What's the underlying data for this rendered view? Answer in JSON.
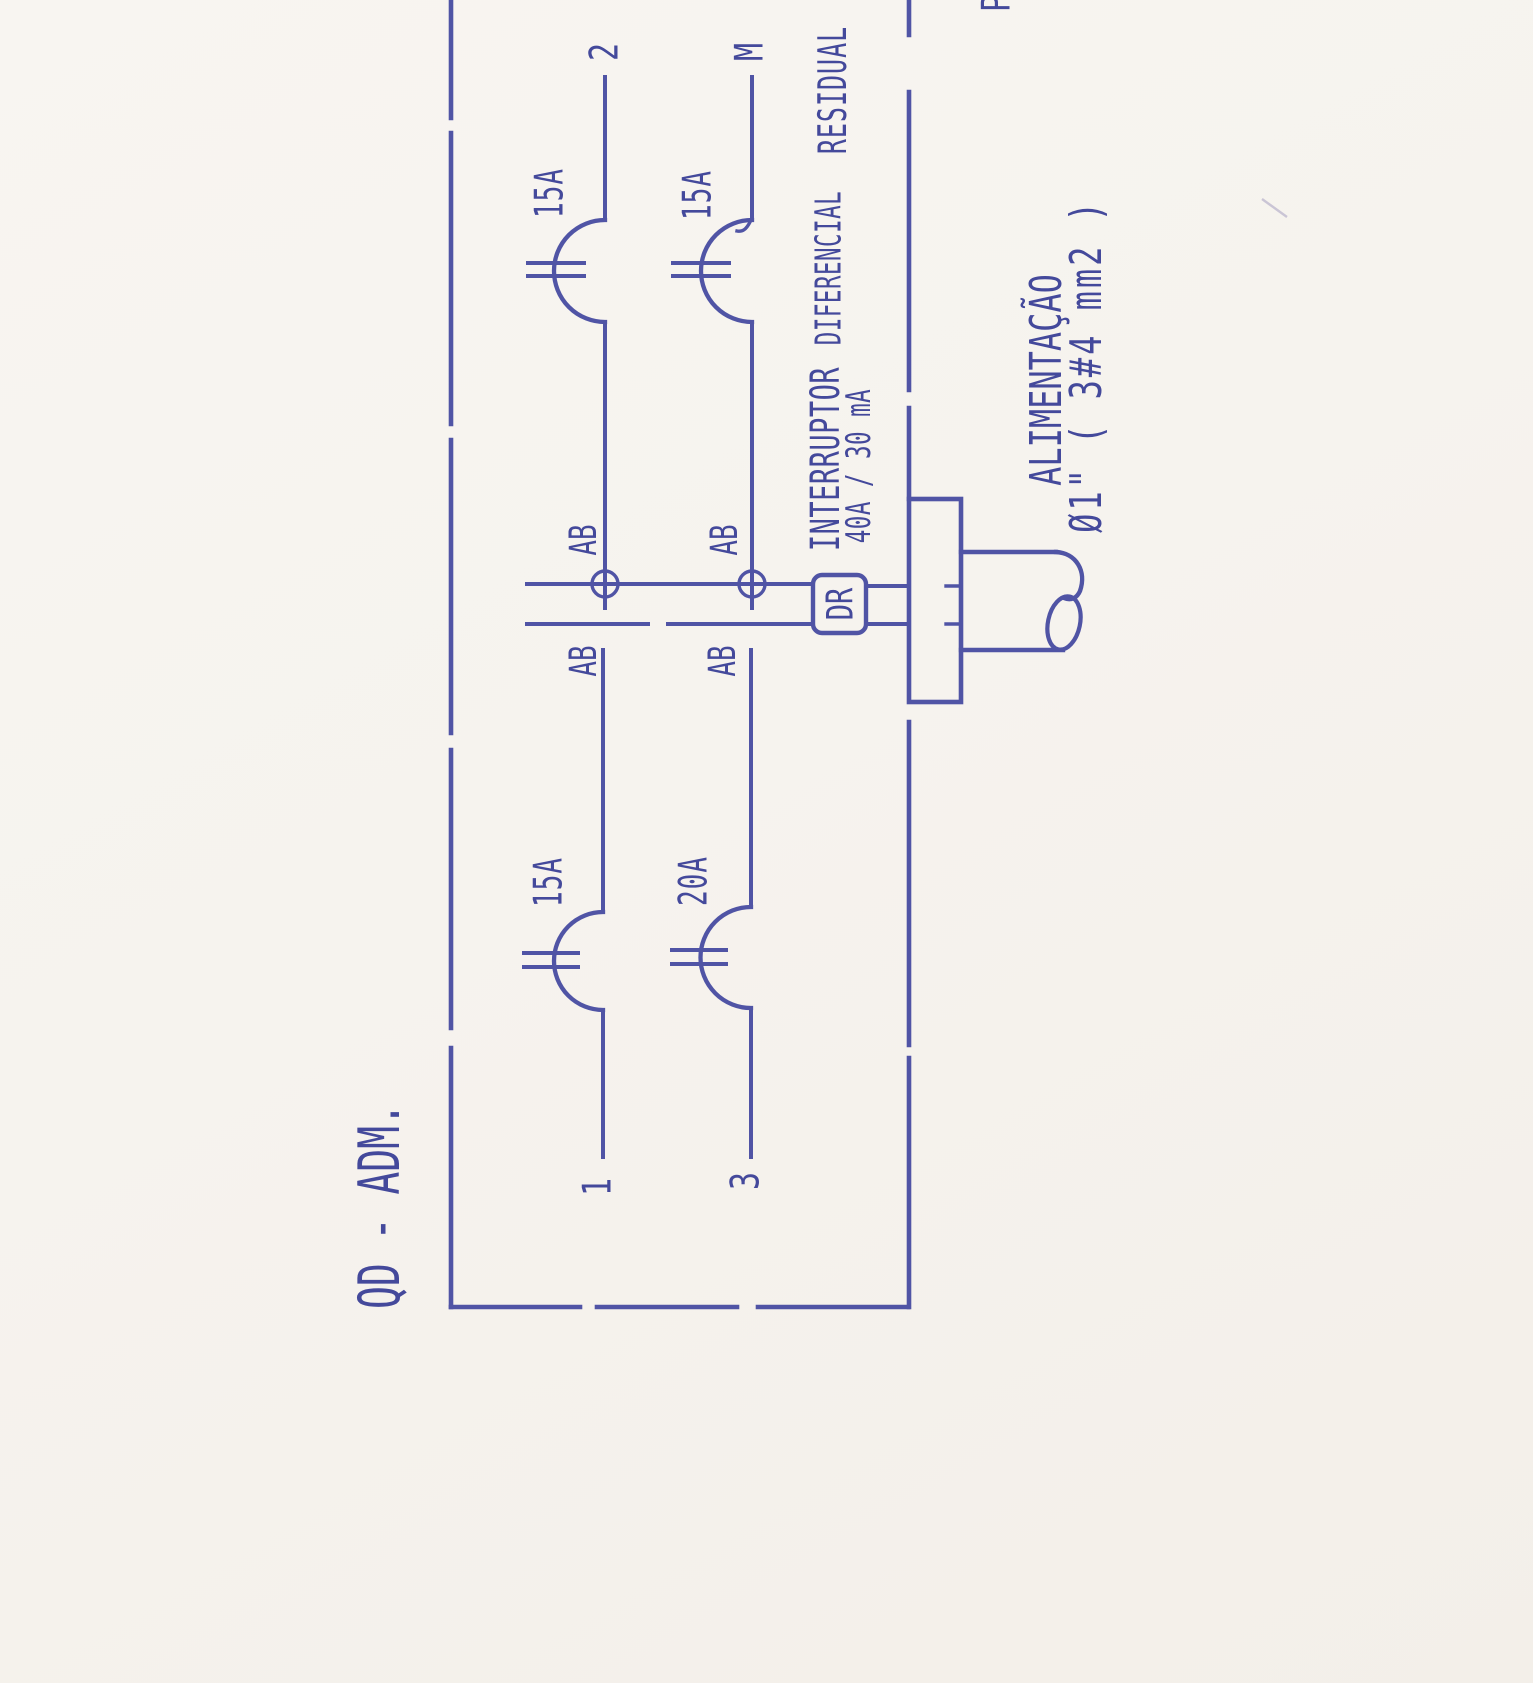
{
  "colors": {
    "ink_line": "#5054a5",
    "ink_text": "#44499b",
    "paper": "#f6f3ee"
  },
  "page": {
    "partial_letter_top_right": "P"
  },
  "panel": {
    "title": "QD - ADM.",
    "top_circuits": [
      {
        "label": "2",
        "breaker_rating": "15A",
        "tag": "AB"
      },
      {
        "label": "M",
        "breaker_rating": "15A",
        "tag": "AB"
      }
    ],
    "bottom_circuits": [
      {
        "label": "1",
        "breaker_rating": "15A",
        "tag": "AB"
      },
      {
        "label": "3",
        "breaker_rating": "20A",
        "tag": "AB"
      }
    ],
    "residual_device": {
      "box_label": "DR",
      "name_line_1": "INTERRUPTOR",
      "name_line_2": "DIFERENCIAL",
      "name_line_3": "RESIDUAL",
      "rating": "40A / 30 mA"
    }
  },
  "feeder": {
    "label": "ALIMENTAÇÃO",
    "conduit_spec": "Ø1\" ( 3#4 mm2 )"
  }
}
